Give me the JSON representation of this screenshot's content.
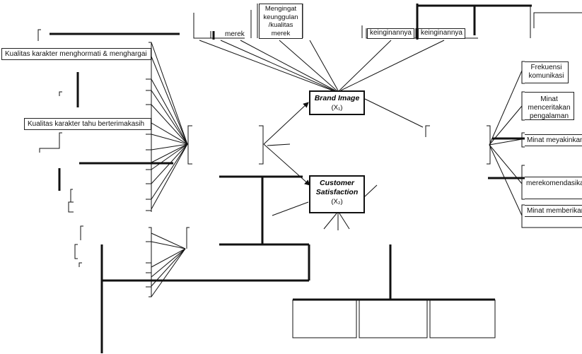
{
  "labels": {
    "indicator_respect": "Kualitas karakter menghormati & menghargai",
    "indicator_grateful": "Kualitas karakter tahu berterimakasih",
    "top_brand": "merek",
    "top_remember": "Mengingat keunggulan /kualitas merek",
    "top_desire_1": "keinginannya",
    "top_desire_2": "keinginannya",
    "right_frequency": "Frekuensi komunikasi",
    "right_share": "Minat menceritakan pengalaman",
    "right_convince": "Minat meyakinkan",
    "right_recommend": "merekomendasikan orang lain",
    "right_give": "Minat memberikan"
  },
  "nodes": {
    "brand_image_title": "Brand Image",
    "brand_image_var": "(X₁)",
    "customer_satisfaction_title": "Customer Satisfaction",
    "customer_satisfaction_var": "(X₂)"
  }
}
